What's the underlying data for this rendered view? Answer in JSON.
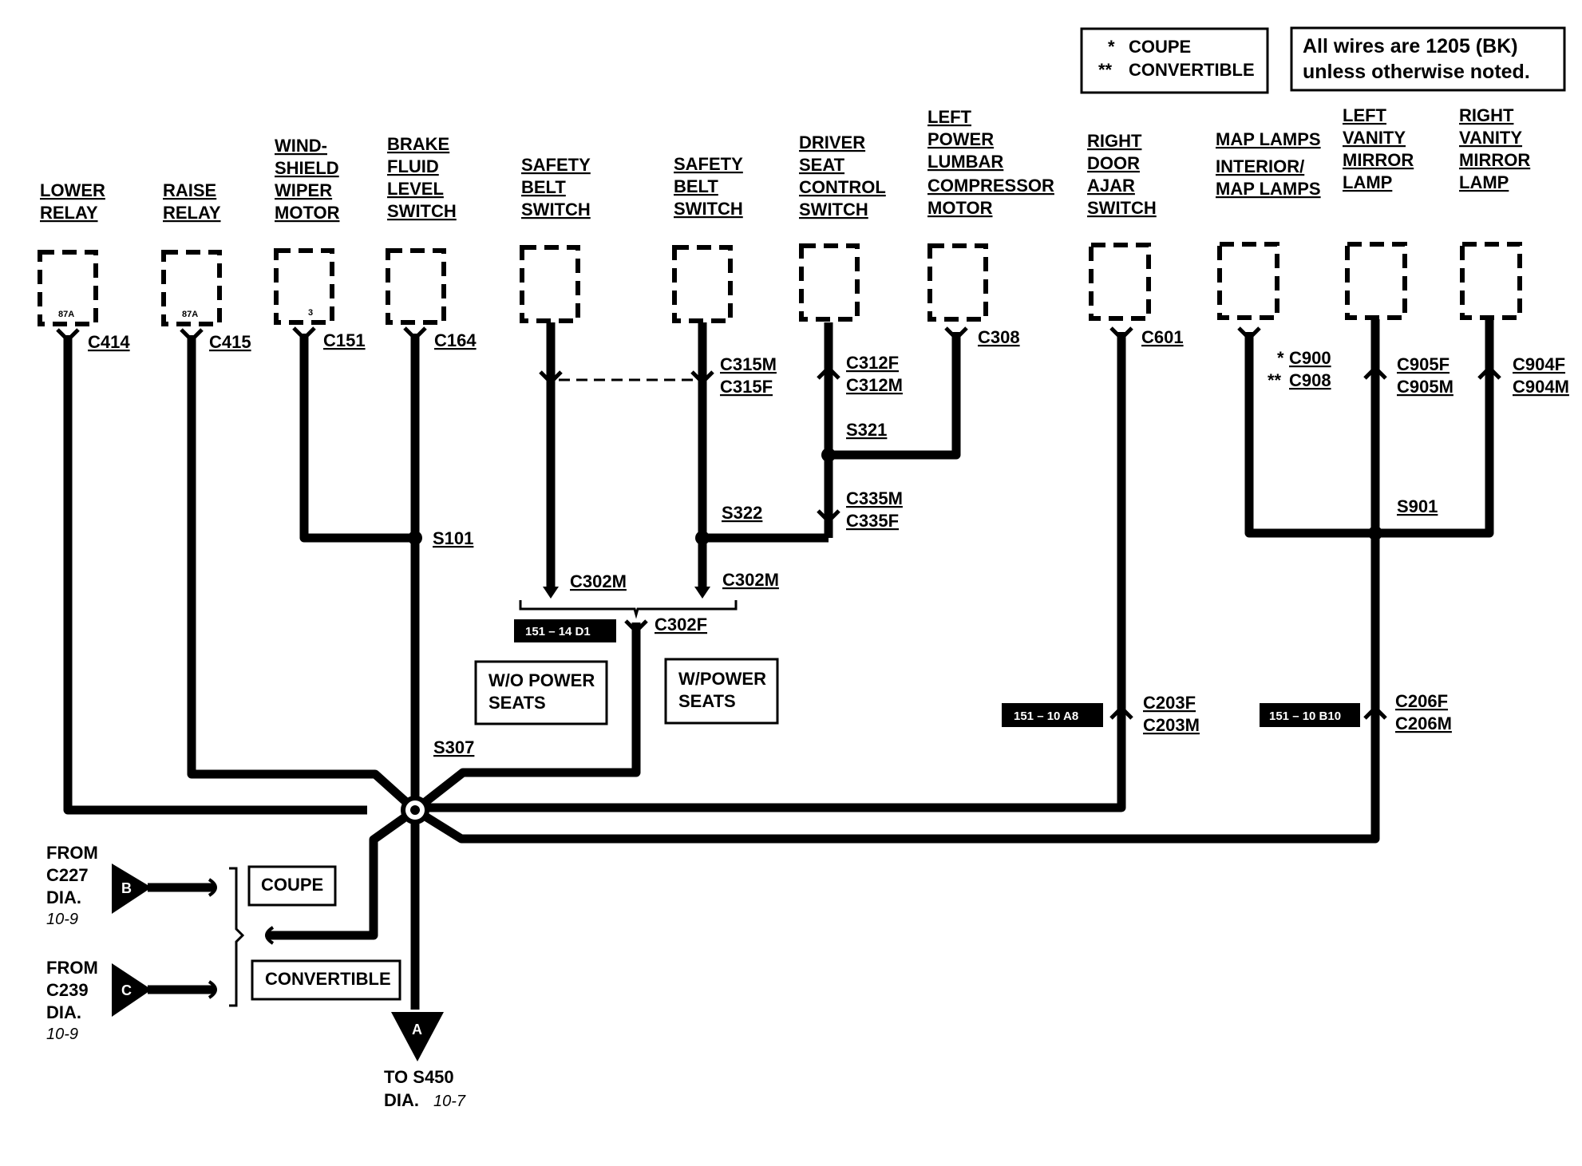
{
  "legend": {
    "coupe_mark": "*",
    "coupe_label": "COUPE",
    "conv_mark": "**",
    "conv_label": "CONVERTIBLE"
  },
  "note": {
    "line1": "All wires are 1205 (BK)",
    "line2": "unless otherwise noted."
  },
  "components": [
    {
      "id": "lower-relay",
      "lines": [
        "LOWER",
        "RELAY"
      ],
      "connector": "C414",
      "pin": "87A"
    },
    {
      "id": "raise-relay",
      "lines": [
        "RAISE",
        "RELAY"
      ],
      "connector": "C415",
      "pin": "87A"
    },
    {
      "id": "windshield-wiper-motor",
      "lines": [
        "WIND-",
        "SHIELD",
        "WIPER",
        "MOTOR"
      ],
      "connector": "C151",
      "pin": "3"
    },
    {
      "id": "brake-fluid-level-switch",
      "lines": [
        "BRAKE",
        "FLUID",
        "LEVEL",
        "SWITCH"
      ],
      "connector": "C164",
      "pin": ""
    },
    {
      "id": "safety-belt-switch-1",
      "lines": [
        "SAFETY",
        "BELT",
        "SWITCH"
      ],
      "connector": "",
      "pin": ""
    },
    {
      "id": "safety-belt-switch-2",
      "lines": [
        "SAFETY",
        "BELT",
        "SWITCH"
      ],
      "connector": "",
      "pin": ""
    },
    {
      "id": "driver-seat-control-switch",
      "lines": [
        "DRIVER",
        "SEAT",
        "CONTROL",
        "SWITCH"
      ],
      "connector": "",
      "pin": ""
    },
    {
      "id": "left-power-lumbar-compressor-motor",
      "lines": [
        "LEFT",
        "POWER",
        "LUMBAR",
        "COMPRESSOR",
        "MOTOR"
      ],
      "connector": "C308",
      "pin": ""
    },
    {
      "id": "right-door-ajar-switch",
      "lines": [
        "RIGHT",
        "DOOR",
        "AJAR",
        "SWITCH"
      ],
      "connector": "C601",
      "pin": ""
    },
    {
      "id": "map-lamps",
      "lines": [
        "MAP LAMPS",
        "INTERIOR/",
        "MAP LAMPS"
      ],
      "connector": "",
      "pin": ""
    },
    {
      "id": "left-vanity-mirror-lamp",
      "lines": [
        "LEFT",
        "VANITY",
        "MIRROR",
        "LAMP"
      ],
      "connector": "",
      "pin": ""
    },
    {
      "id": "right-vanity-mirror-lamp",
      "lines": [
        "RIGHT",
        "VANITY",
        "MIRROR",
        "LAMP"
      ],
      "connector": "",
      "pin": ""
    }
  ],
  "connectors": {
    "c315": [
      "C315M",
      "C315F"
    ],
    "c312": [
      "C312F",
      "C312M"
    ],
    "c335": [
      "C335M",
      "C335F"
    ],
    "c900_mark": "*",
    "c900": "C900",
    "c908_mark": "**",
    "c908": "C908",
    "c905": [
      "C905F",
      "C905M"
    ],
    "c904": [
      "C904F",
      "C904M"
    ],
    "c302m_a": "C302M",
    "c302m_b": "C302M",
    "c302f": "C302F",
    "c203": [
      "C203F",
      "C203M"
    ],
    "c206": [
      "C206F",
      "C206M"
    ]
  },
  "splices": {
    "s101": "S101",
    "s321": "S321",
    "s322": "S322",
    "s901": "S901",
    "s307": "S307"
  },
  "location_tags": {
    "t1": "151 – 14 D1",
    "t2": "151 – 10 A8",
    "t3": "151 – 10 B10"
  },
  "option_boxes": {
    "wo_power": [
      "W/O POWER",
      "SEATS"
    ],
    "w_power": [
      "W/POWER",
      "SEATS"
    ],
    "coupe": "COUPE",
    "convertible": "CONVERTIBLE"
  },
  "from": [
    {
      "letter": "B",
      "lines": [
        "FROM",
        "C227",
        "DIA."
      ],
      "page": "10-9"
    },
    {
      "letter": "C",
      "lines": [
        "FROM",
        "C239",
        "DIA."
      ],
      "page": "10-9"
    }
  ],
  "to": {
    "letter": "A",
    "line1": "TO S450",
    "line2": "DIA.",
    "page": "10-7"
  }
}
